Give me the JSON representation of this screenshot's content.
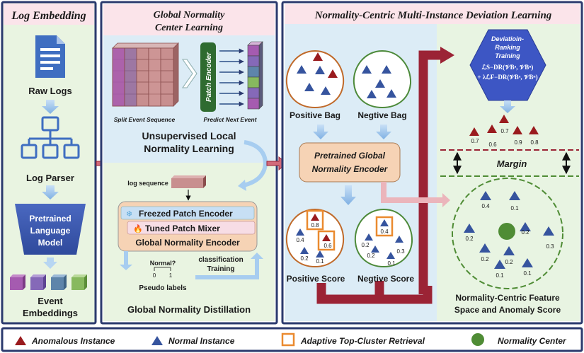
{
  "panel1": {
    "title": "Log Embedding",
    "raw_logs": "Raw Logs",
    "log_parser": "Log Parser",
    "plm_line1": "Pretrained",
    "plm_line2": "Language",
    "plm_line3": "Model",
    "event_line1": "Event",
    "event_line2": "Embeddings"
  },
  "panel2": {
    "title_line1": "Global Normality",
    "title_line2": "Center Learning",
    "patch_encoder": "Patch Encoder",
    "split_caption": "Split Event Sequence",
    "predict_caption": "Predict Next Event",
    "unsup_line1": "Unsupervised Local",
    "unsup_line2": "Normality Learning",
    "log_sequence": "log sequence",
    "freezed": "Freezed Patch Encoder",
    "tuned": "Tuned Patch Mixer",
    "gne": "Global Normality Encoder",
    "normal_q": "Normal?",
    "zero": "0",
    "one": "1",
    "classification": "classification",
    "training": "Training",
    "pseudo": "Pseudo labels",
    "distill": "Global Normality Distillation"
  },
  "panel3": {
    "title": "Normality-Centric Multi-Instance Deviation Learning",
    "positive_bag": "Positive Bag",
    "negtive_bag": "Negtive Bag",
    "pgne_line1": "Pretrained Global",
    "pgne_line2": "Normality Encoder",
    "positive_score": "Positive Score",
    "negtive_score": "Negtive Score",
    "ranking_line1": "Deviatioin-",
    "ranking_line2": "Ranking",
    "ranking_line3": "Training",
    "loss_line1": "ℒS−DR(𝒱Bᵃ, 𝒱Bⁿ)",
    "loss_line2": "+ λℒF−DR(𝒱Bᵃ, 𝒱Bⁿ)",
    "margin": "Margin",
    "feature_line1": "Normality-Centric Feature",
    "feature_line2": "Space and Anomaly Score",
    "pos_scores": [
      "0.8",
      "0.4",
      "0.6",
      "0.2",
      "0.1"
    ],
    "neg_scores": [
      "0.4",
      "0.2",
      "0.3",
      "0.2",
      "0.1"
    ],
    "top_scores": [
      "0.7",
      "0.6",
      "0.7",
      "0.9",
      "0.8"
    ],
    "feature_scores": [
      "0.4",
      "0.1",
      "0.2",
      "0.2",
      "0.3",
      "0.2",
      "0.2",
      "0.1",
      "0.1"
    ]
  },
  "legend": {
    "anomalous": "Anomalous Instance",
    "normal": "Normal Instance",
    "adaptive": "Adaptive Top-Cluster Retrieval",
    "center": "Normality Center"
  },
  "colors": {
    "panel_border": "#2b3a6e",
    "panel1_bg": "#e9f4e1",
    "panel2_title_bg": "#fbe4ea",
    "panel2_light": "#dcecf6",
    "panel3_bg": "#dcecf6",
    "panel3_right": "#e8f4e2",
    "anomaly": "#9a1b1e",
    "normal": "#36549e",
    "retrieval": "#ea8a2f",
    "center": "#4f8c35",
    "flow": "#9b2335",
    "encoder": "#f6d3b5"
  }
}
